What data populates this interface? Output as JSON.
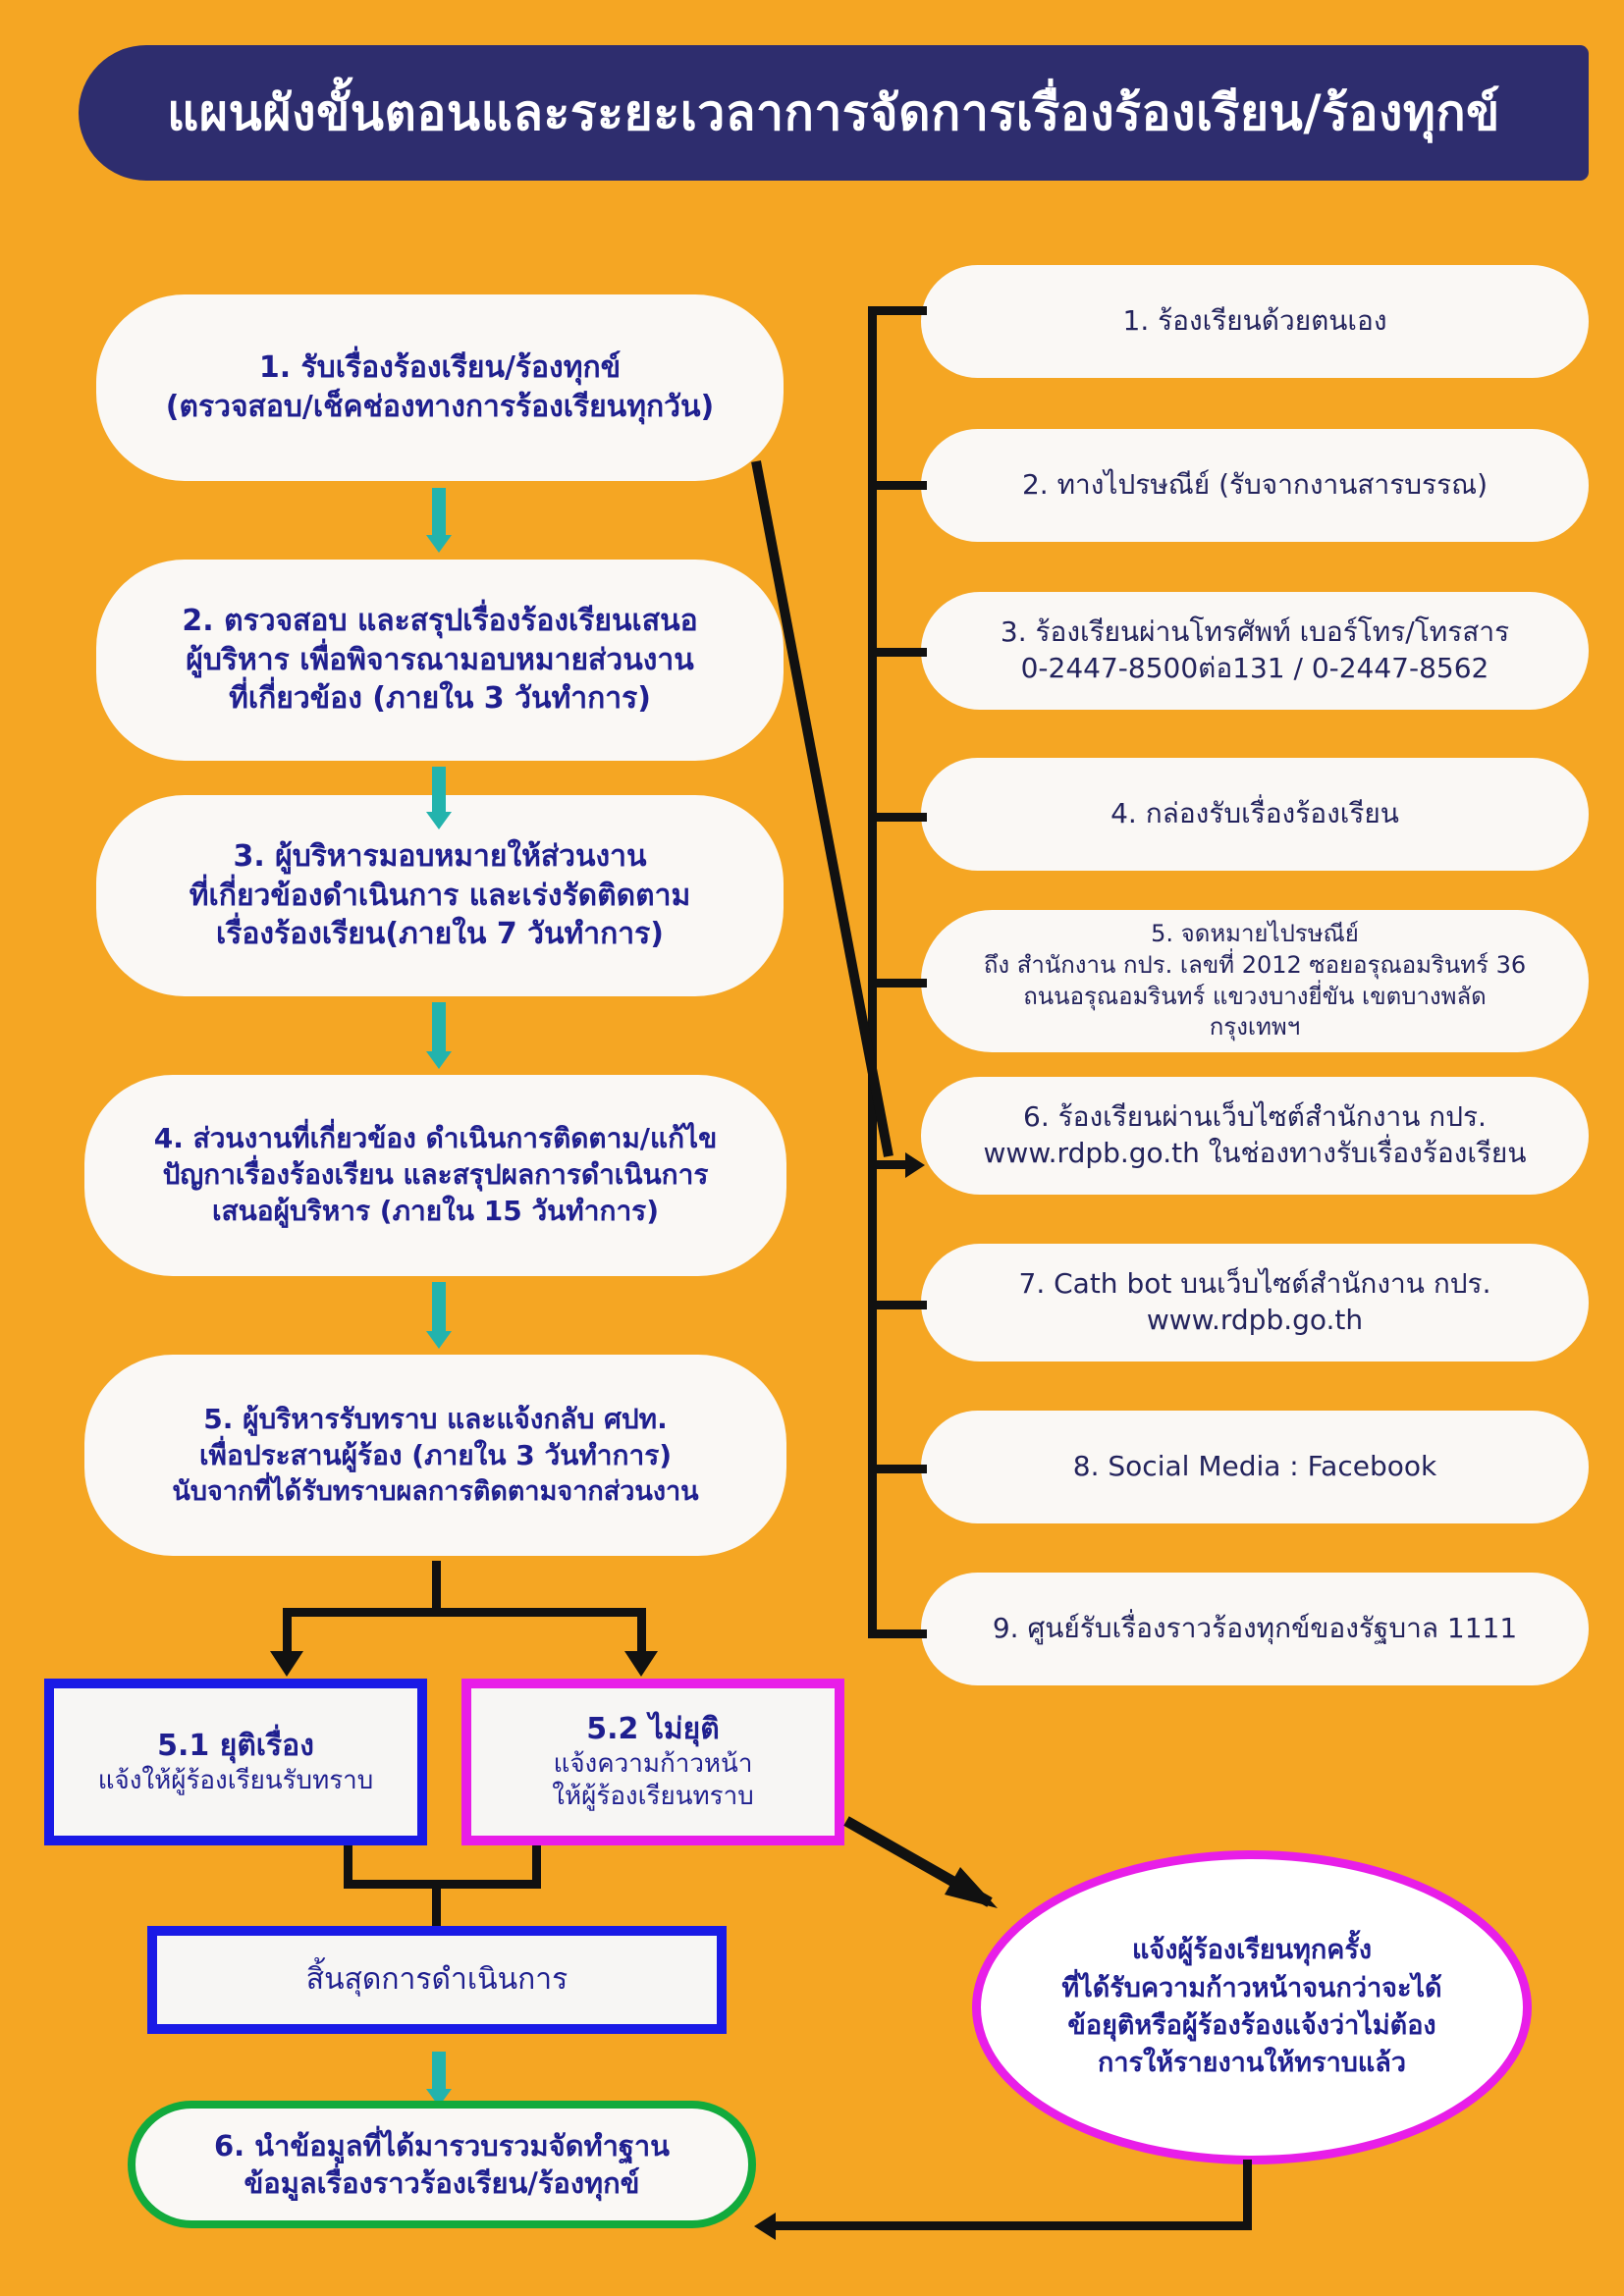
{
  "header": {
    "title": "แผนผังขั้นตอนและระยะเวลาการจัดการเรื่องร้องเรียน/ร้องทุกข์",
    "background_color": "#2e2d6e",
    "text_color": "#ffffff"
  },
  "page": {
    "background_color": "#f5a623",
    "box_fill": "#faf8f5",
    "text_color": "#1f1f8f",
    "flow_arrow_color": "#23b3ad",
    "connector_color": "#111111"
  },
  "steps": [
    {
      "id": "step-1",
      "lines": [
        "1. รับเรื่องร้องเรียน/ร้องทุกข์",
        "(ตรวจสอบ/เช็คช่องทางการร้องเรียนทุกวัน)"
      ]
    },
    {
      "id": "step-2",
      "lines": [
        "2. ตรวจสอบ และสรุปเรื่องร้องเรียนเสนอ",
        "ผู้บริหาร เพื่อพิจารณามอบหมายส่วนงาน",
        "ที่เกี่ยวข้อง (ภายใน 3 วันทำการ)"
      ]
    },
    {
      "id": "step-3",
      "lines": [
        "3. ผู้บริหารมอบหมายให้ส่วนงาน",
        "ที่เกี่ยวข้องดำเนินการ และเร่งรัดติดตาม",
        "เรื่องร้องเรียน(ภายใน 7 วันทำการ)"
      ]
    },
    {
      "id": "step-4",
      "lines": [
        "4. ส่วนงานที่เกี่ยวข้อง ดำเนินการติดตาม/แก้ไข",
        "ปัญกาเรื่องร้องเรียน และสรุปผลการดำเนินการ",
        "เสนอผู้บริหาร (ภายใน 15 วันทำการ)"
      ]
    },
    {
      "id": "step-5",
      "lines": [
        "5. ผู้บริหารรับทราบ และแจ้งกลับ ศปท.",
        "เพื่อประสานผู้ร้อง (ภายใน 3 วันทำการ)",
        "นับจากที่ได้รับทราบผลการติดตามจากส่วนงาน"
      ]
    }
  ],
  "channels": [
    {
      "id": "channel-1",
      "lines": [
        "1. ร้องเรียนด้วยตนเอง"
      ],
      "small": false
    },
    {
      "id": "channel-2",
      "lines": [
        "2. ทางไปรษณีย์ (รับจากงานสารบรรณ)"
      ],
      "small": false
    },
    {
      "id": "channel-3",
      "lines": [
        "3. ร้องเรียนผ่านโทรศัพท์ เบอร์โทร/โทรสาร",
        "0-2447-8500ต่อ131 / 0-2447-8562"
      ],
      "small": false
    },
    {
      "id": "channel-4",
      "lines": [
        "4. กล่องรับเรื่องร้องเรียน"
      ],
      "small": false
    },
    {
      "id": "channel-5",
      "lines": [
        "5. จดหมายไปรษณีย์",
        "ถึง สำนักงาน กปร. เลขที่ 2012 ซอยอรุณอมรินทร์ 36",
        "ถนนอรุณอมรินทร์ แขวงบางยี่ขัน เขตบางพลัด",
        "กรุงเทพฯ"
      ],
      "small": true
    },
    {
      "id": "channel-6",
      "lines": [
        "6. ร้องเรียนผ่านเว็บไซต์สำนักงาน กปร.",
        "www.rdpb.go.th ในช่องทางรับเรื่องร้องเรียน"
      ],
      "small": false
    },
    {
      "id": "channel-7",
      "lines": [
        "7. Cath bot บนเว็บไซต์สำนักงาน กปร.",
        "www.rdpb.go.th"
      ],
      "small": false
    },
    {
      "id": "channel-8",
      "lines": [
        "8. Social Media : Facebook"
      ],
      "small": false
    },
    {
      "id": "channel-9",
      "lines": [
        "9. ศูนย์รับเรื่องราวร้องทุกข์ของรัฐบาล 1111"
      ],
      "small": false
    }
  ],
  "outcomes": {
    "resolved": {
      "id": "outcome-5-1",
      "border_color": "#1a1ae6",
      "head": "5.1 ยุติเรื่อง",
      "body": [
        "แจ้งให้ผู้ร้องเรียนรับทราบ"
      ]
    },
    "unresolved": {
      "id": "outcome-5-2",
      "border_color": "#e81ee8",
      "head": "5.2 ไม่ยุติ",
      "body": [
        "แจ้งความก้าวหน้า",
        "ให้ผู้ร้องเรียนทราบ"
      ]
    }
  },
  "end_box": {
    "id": "end-process",
    "border_color": "#1a1ae6",
    "label": "สิ้นสุดการดำเนินการ"
  },
  "notice_ellipse": {
    "id": "notice-ellipse",
    "border_color": "#e81ee8",
    "lines": [
      "แจ้งผู้ร้องเรียนทุกครั้ง",
      "ที่ได้รับความก้าวหน้าจนกว่าจะได้",
      "ข้อยุติหรือผู้ร้องร้องแจ้งว่าไม่ต้อง",
      "การให้รายงานให้ทราบแล้ว"
    ]
  },
  "final_box": {
    "id": "final-database",
    "border_color": "#12aa3c",
    "lines": [
      "6. นำข้อมูลที่ได้มารวบรวมจัดทำฐาน",
      "ข้อมูลเรื่องราวร้องเรียน/ร้องทุกข์"
    ]
  }
}
